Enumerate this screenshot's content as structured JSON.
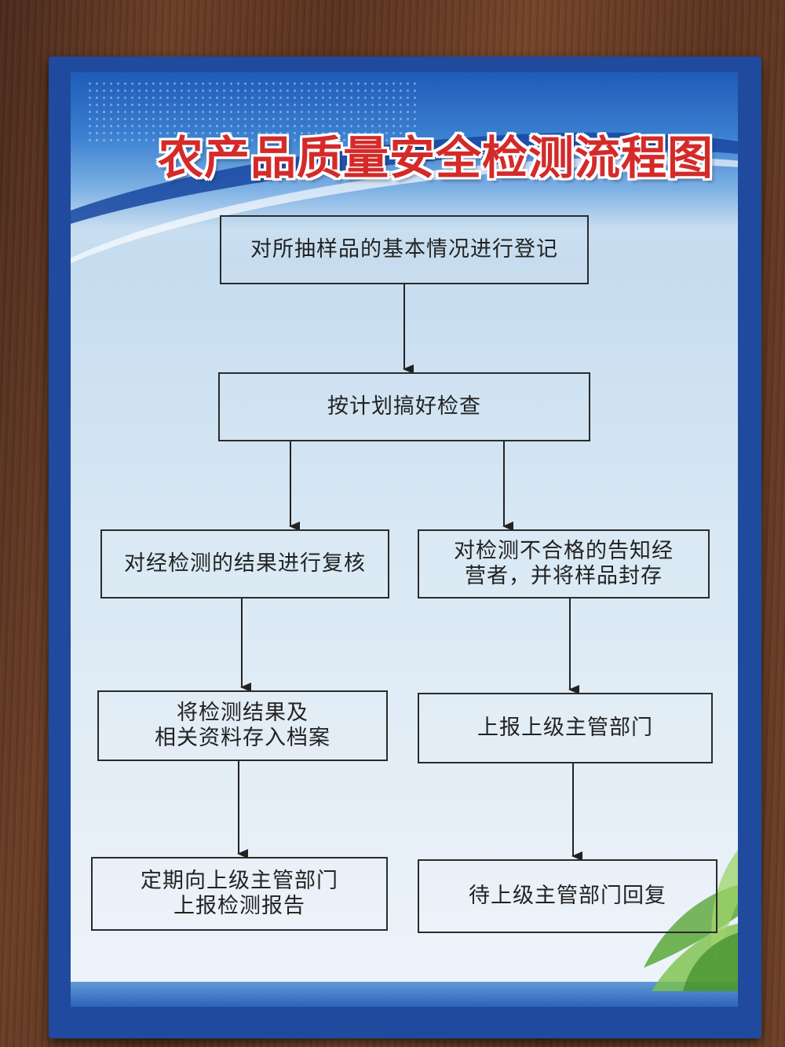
{
  "diagram": {
    "title": "农产品质量安全检测流程图",
    "steps": {
      "register": "对所抽样品的基本情况进行登记",
      "inspect": "按计划搞好检查",
      "review": "对经检测的结果进行复核",
      "notify": "对检测不合格的告知经\n营者，并将样品封存",
      "archive": "将检测结果及\n相关资料存入档案",
      "report_up": "上报上级主管部门",
      "periodic_report": "定期向上级主管部门\n上报检测报告",
      "await_reply": "待上级主管部门回复"
    }
  }
}
